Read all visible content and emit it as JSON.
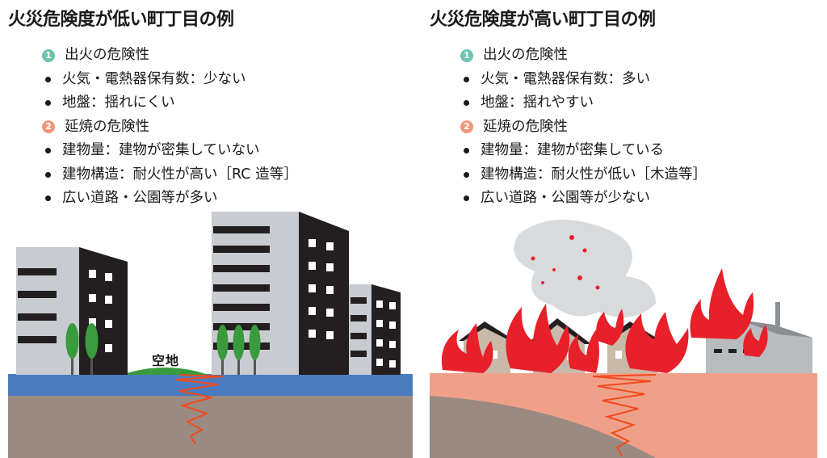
{
  "left": {
    "title": "火災危険度が低い町丁目の例",
    "items": [
      {
        "kind": "section",
        "marker": "1",
        "text": "出火の危険性"
      },
      {
        "kind": "bullet",
        "text": "火気・電熱器保有数：少ない"
      },
      {
        "kind": "bullet",
        "text": "地盤：揺れにくい"
      },
      {
        "kind": "section",
        "marker": "2",
        "text": "延焼の危険性"
      },
      {
        "kind": "bullet",
        "text": "建物量：建物が密集していない"
      },
      {
        "kind": "bullet",
        "text": "建物構造：耐火性が高い［RC 造等］"
      },
      {
        "kind": "bullet",
        "text": "広い道路・公園等が多い"
      }
    ],
    "scene_label": "空地"
  },
  "right": {
    "title": "火災危険度が高い町丁目の例",
    "items": [
      {
        "kind": "section",
        "marker": "1",
        "text": "出火の危険性"
      },
      {
        "kind": "bullet",
        "text": "火気・電熱器保有数：多い"
      },
      {
        "kind": "bullet",
        "text": "地盤：揺れやすい"
      },
      {
        "kind": "section",
        "marker": "2",
        "text": "延焼の危険性"
      },
      {
        "kind": "bullet",
        "text": "建物量：建物が密集している"
      },
      {
        "kind": "bullet",
        "text": "建物構造：耐火性が低い［木造等］"
      },
      {
        "kind": "bullet",
        "text": "広い道路・公園等が少ない"
      }
    ]
  },
  "colors": {
    "section1": "#6cc3b0",
    "section2": "#f0977a",
    "flame": "#e8202a",
    "smoke": "#d9dadc",
    "ground_stable": "#4b7bbf",
    "ground_unstable": "#f0a089",
    "soil": "#9a8a82",
    "tree": "#3a9a3e",
    "quake_line": "#f04a1c"
  },
  "icons": [
    "number-circle-icon",
    "bullet-dot-icon",
    "building-icon",
    "tree-icon",
    "house-icon",
    "factory-icon",
    "flame-icon",
    "smoke-icon",
    "seismic-wave-icon"
  ]
}
